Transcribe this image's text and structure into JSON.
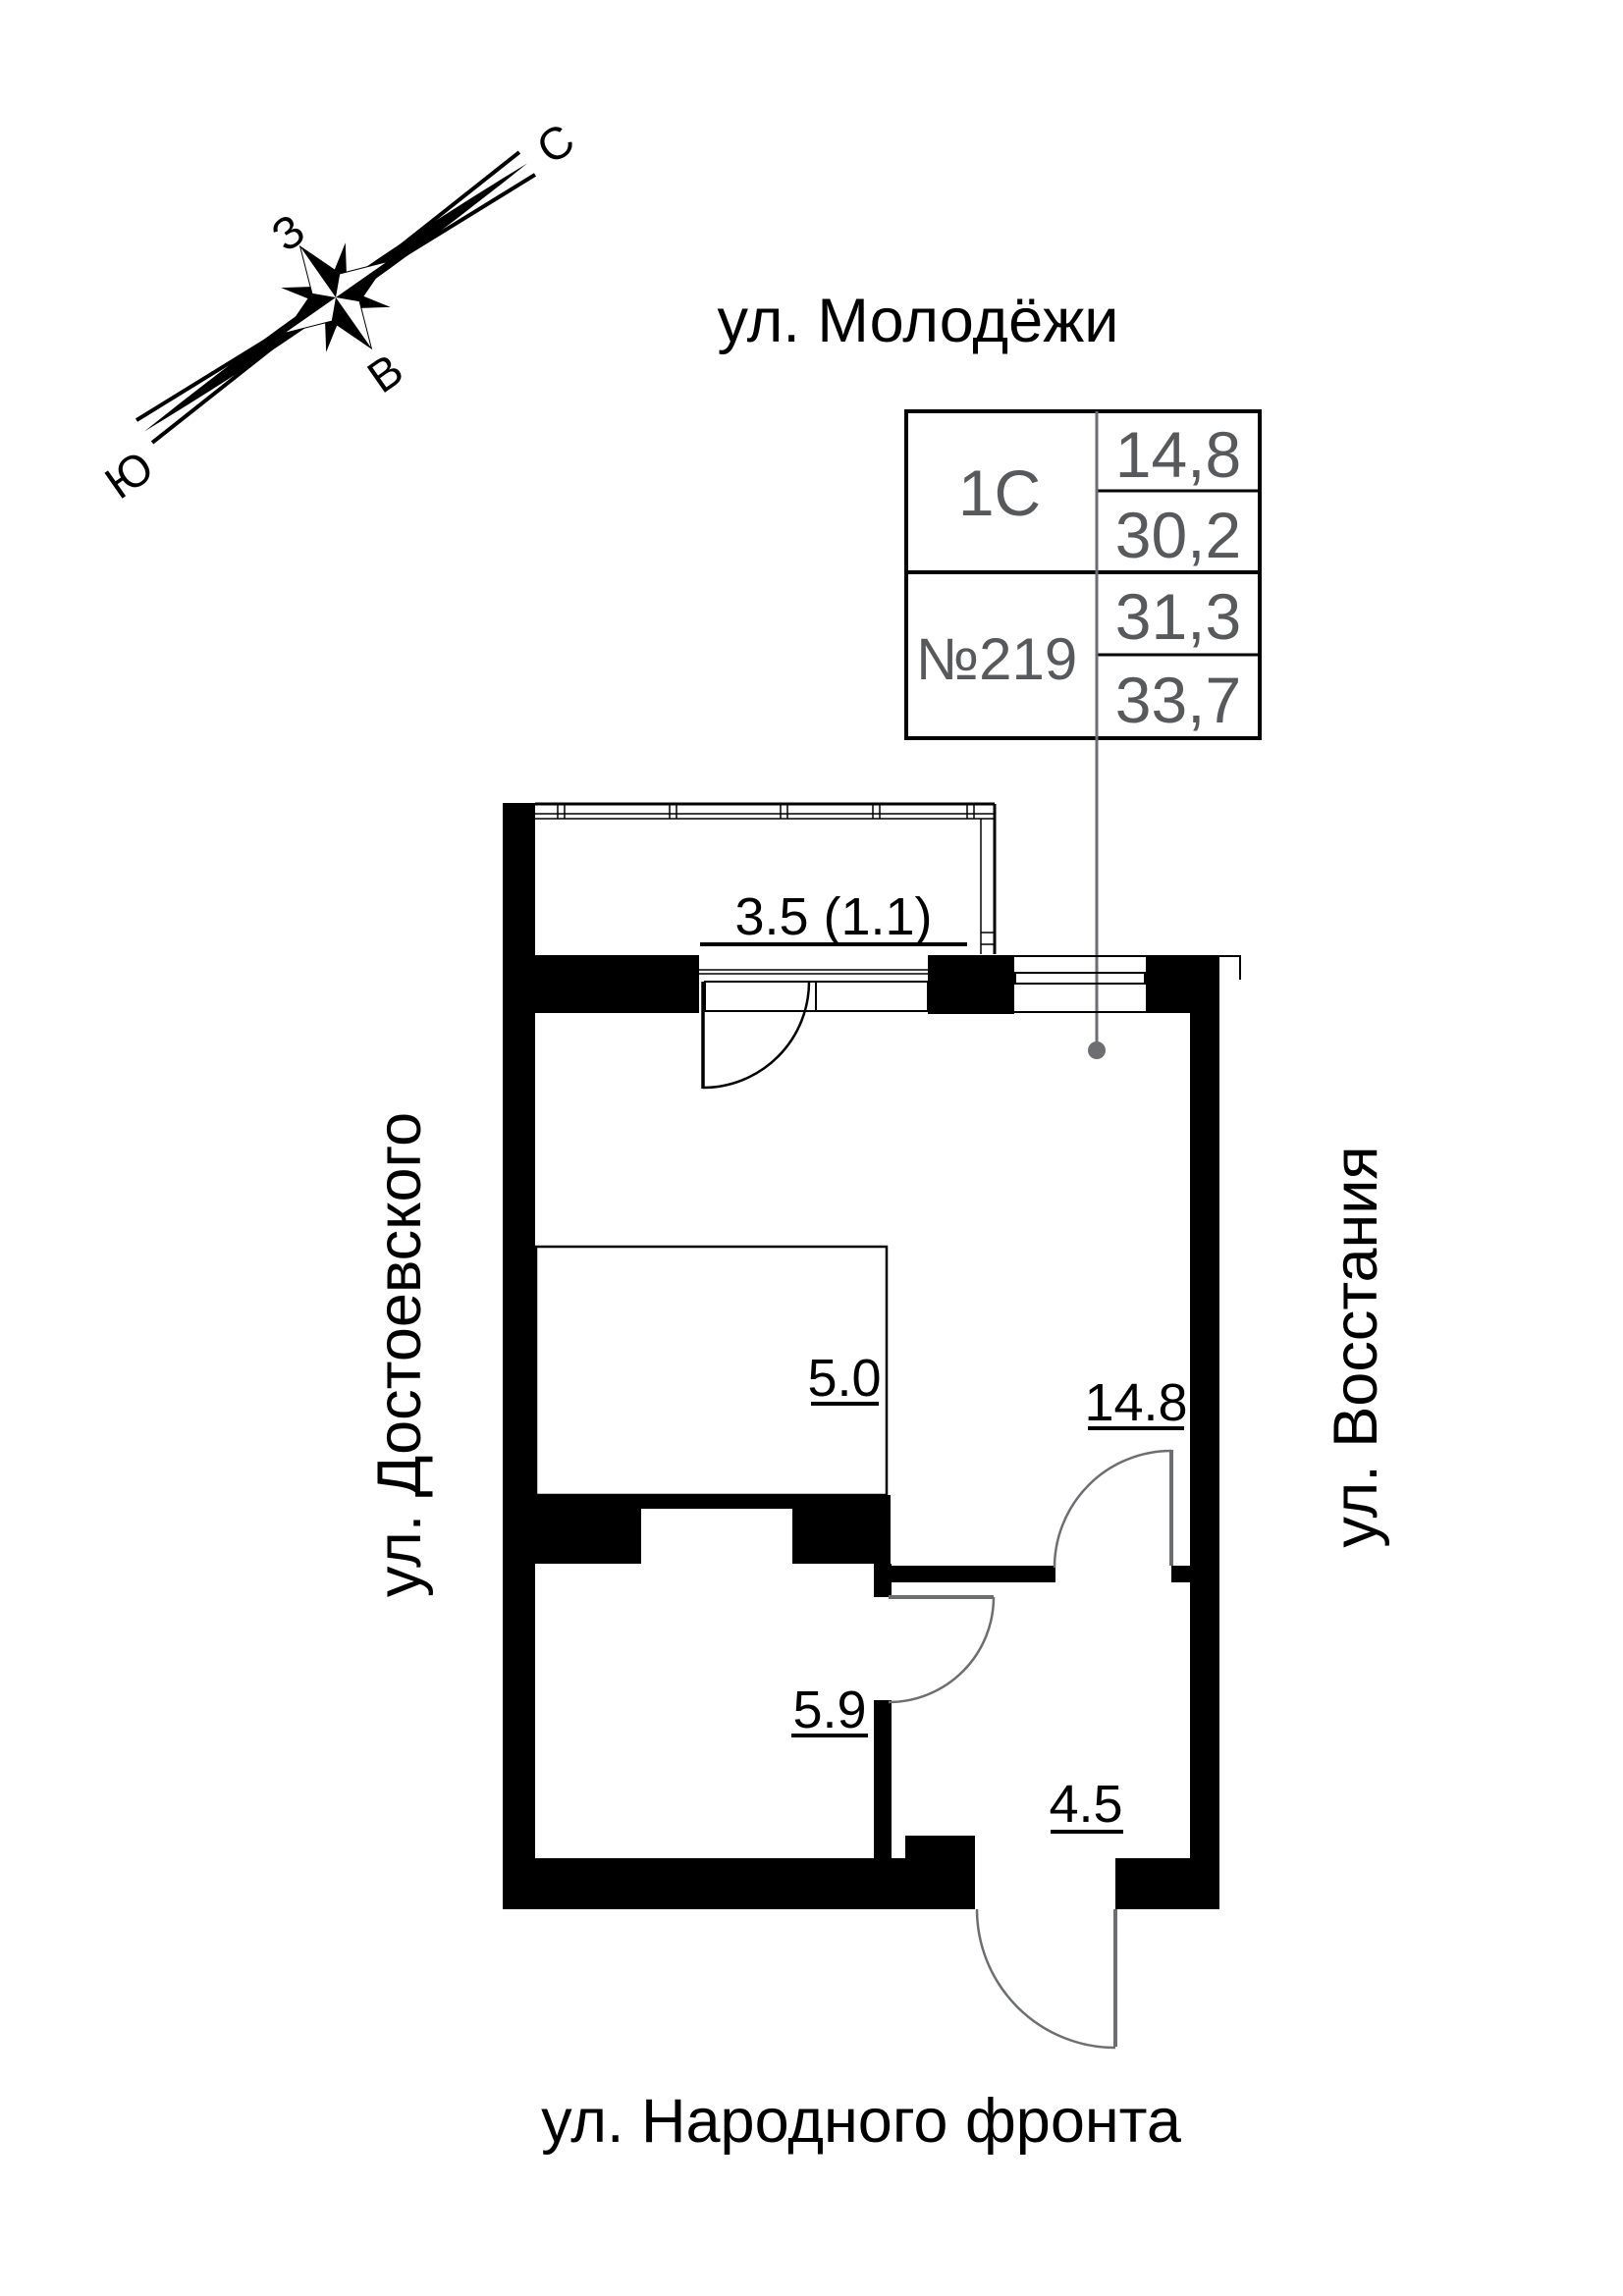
{
  "streets": {
    "top": "ул. Молодёжи",
    "left": "ул. Достоевского",
    "right": "ул. Восстания",
    "bottom": "ул. Народного фронта"
  },
  "compass": {
    "north": "С",
    "west": "З",
    "east": "В",
    "south": "Ю"
  },
  "info_table": {
    "rows": [
      {
        "left": "1С",
        "right_top": "14,8",
        "right_bottom": "30,2"
      },
      {
        "left": "№219",
        "right_top": "31,3",
        "right_bottom": "33,7"
      }
    ]
  },
  "plan": {
    "balcony_area": "3.5 (1.1)",
    "living_room_area": "14.8",
    "kitchen_zone_area": "5.0",
    "bathroom_area": "5.9",
    "hallway_area": "4.5"
  },
  "colors": {
    "walls": "#000000",
    "table_text": "#58595b",
    "leader_line": "#6d6e71",
    "door_arc": "#6d6e71",
    "background": "#ffffff"
  }
}
